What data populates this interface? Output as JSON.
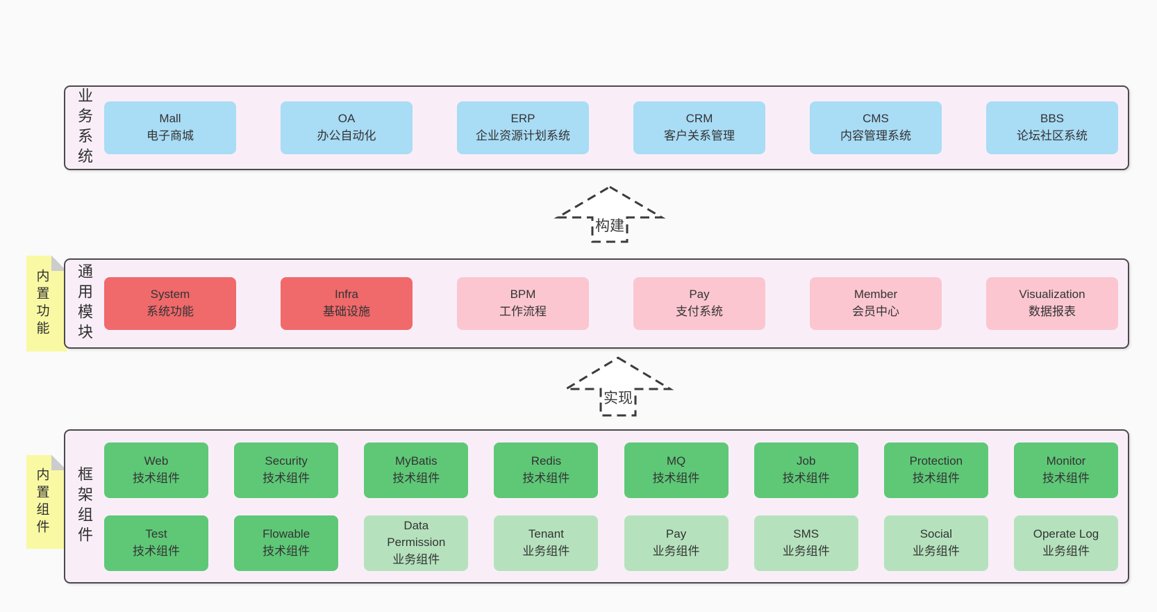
{
  "colors": {
    "page_bg": "#fafafa",
    "panel_bg": "#f9eef8",
    "panel_border": "#4a4a4a",
    "blue": "#a9dcf5",
    "red": "#f0696b",
    "pink": "#fbc6d0",
    "green_dark": "#5ec877",
    "green_light": "#b5e2bd",
    "note_yellow": "#f9f9a3",
    "note_fold": "#cccccc",
    "arrow_stroke": "#3b3b3b",
    "text": "#333333"
  },
  "layers": {
    "business": {
      "label": "业务系统",
      "boxes": [
        {
          "name": "Mall",
          "desc": "电子商城"
        },
        {
          "name": "OA",
          "desc": "办公自动化"
        },
        {
          "name": "ERP",
          "desc": "企业资源计划系统"
        },
        {
          "name": "CRM",
          "desc": "客户关系管理"
        },
        {
          "name": "CMS",
          "desc": "内容管理系统"
        },
        {
          "name": "BBS",
          "desc": "论坛社区系统"
        }
      ]
    },
    "modules": {
      "label": "通用模块",
      "note": "内置功能",
      "boxes": [
        {
          "name": "System",
          "desc": "系统功能"
        },
        {
          "name": "Infra",
          "desc": "基础设施"
        },
        {
          "name": "BPM",
          "desc": "工作流程"
        },
        {
          "name": "Pay",
          "desc": "支付系统"
        },
        {
          "name": "Member",
          "desc": "会员中心"
        },
        {
          "name": "Visualization",
          "desc": "数据报表"
        }
      ]
    },
    "components": {
      "label": "框架组件",
      "note": "内置组件",
      "row1": [
        {
          "name": "Web",
          "desc": "技术组件"
        },
        {
          "name": "Security",
          "desc": "技术组件"
        },
        {
          "name": "MyBatis",
          "desc": "技术组件"
        },
        {
          "name": "Redis",
          "desc": "技术组件"
        },
        {
          "name": "MQ",
          "desc": "技术组件"
        },
        {
          "name": "Job",
          "desc": "技术组件"
        },
        {
          "name": "Protection",
          "desc": "技术组件"
        },
        {
          "name": "Monitor",
          "desc": "技术组件"
        }
      ],
      "row2": [
        {
          "name": "Test",
          "desc": "技术组件"
        },
        {
          "name": "Flowable",
          "desc": "技术组件"
        },
        {
          "name": "Data Permission",
          "desc": "业务组件"
        },
        {
          "name": "Tenant",
          "desc": "业务组件"
        },
        {
          "name": "Pay",
          "desc": "业务组件"
        },
        {
          "name": "SMS",
          "desc": "业务组件"
        },
        {
          "name": "Social",
          "desc": "业务组件"
        },
        {
          "name": "Operate Log",
          "desc": "业务组件"
        }
      ]
    }
  },
  "arrows": {
    "build": {
      "label": "构建"
    },
    "implement": {
      "label": "实现"
    }
  }
}
